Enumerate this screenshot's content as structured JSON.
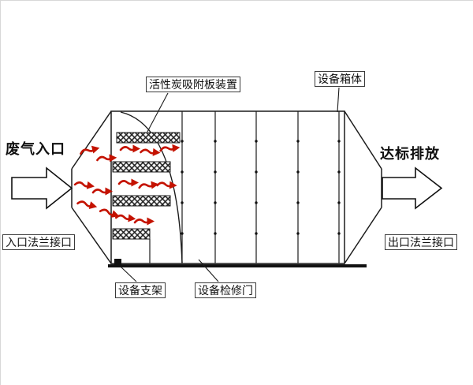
{
  "diagram": {
    "kind": "activated-carbon-adsorption-equipment-schematic",
    "labels": {
      "carbon_plate_device": "活性炭吸附板装置",
      "equipment_box": "设备箱体",
      "waste_gas_inlet": "废气入口",
      "compliant_discharge": "达标排放",
      "inlet_flange": "入口法兰接口",
      "outlet_flange": "出口法兰接口",
      "equipment_support": "设备支架",
      "maintenance_door": "设备检修门"
    },
    "colors": {
      "line": "#1b1b1b",
      "flow_arrow": "#c41200",
      "background": "#ffffff"
    }
  }
}
